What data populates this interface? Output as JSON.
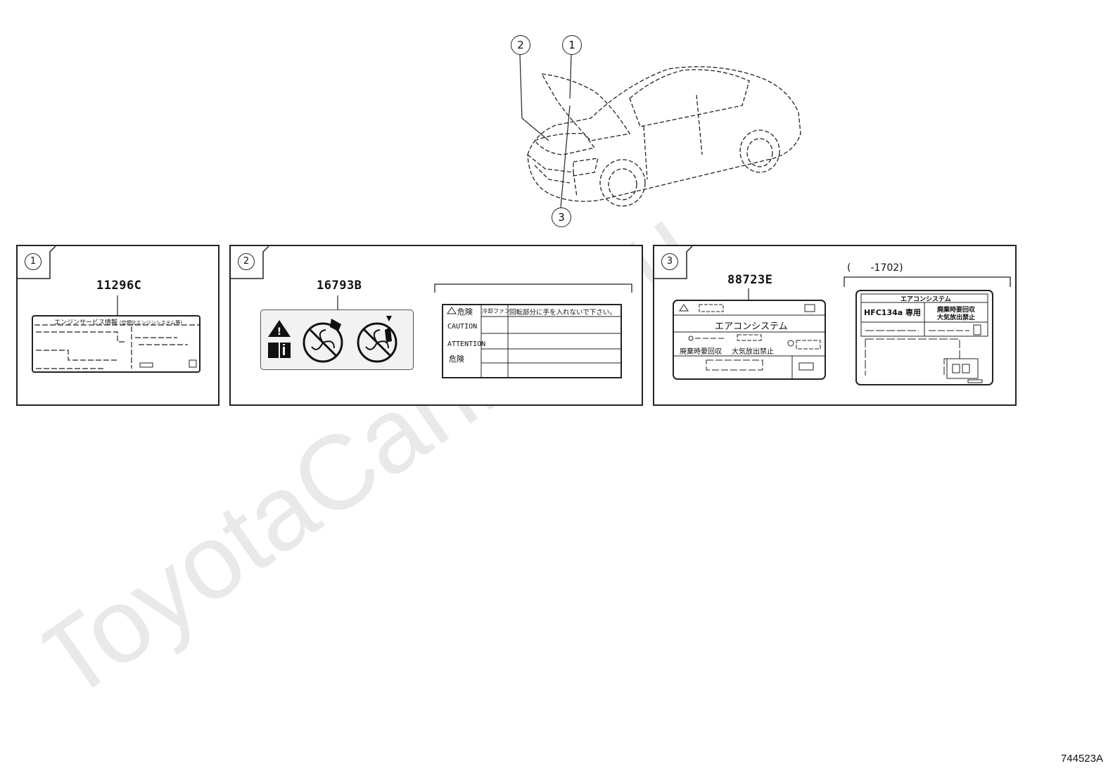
{
  "watermark": "ToyotaCarline.ru",
  "callouts": {
    "c1": "1",
    "c2": "2",
    "c3": "3"
  },
  "panel1": {
    "tab": "1",
    "part_number": "11296C",
    "label_header": "エンジンサービス情報",
    "label_header_note": "(空燃比エンジンシステム等)"
  },
  "panel2": {
    "tab": "2",
    "part_number": "16793B",
    "table_title": "危険",
    "table_fan": "冷却ファン",
    "table_warning": "回転部分に手を入れないで下さい。",
    "row_caution": "CAUTION",
    "row_attention": "ATTENTION",
    "row_danger": "危険"
  },
  "panel3": {
    "tab": "3",
    "part_number": "88723E",
    "label_title": "エアコンシステム",
    "recover": "廃棄時要回収",
    "no_release": "大気放出禁止",
    "range_note": "(　　-1702)",
    "alt_title": "エアコンシステム",
    "refrigerant": "HFC134a 専用",
    "alt_recover": "廃棄時要回収",
    "alt_release": "大気放出禁止"
  },
  "figure_id": "744523A"
}
